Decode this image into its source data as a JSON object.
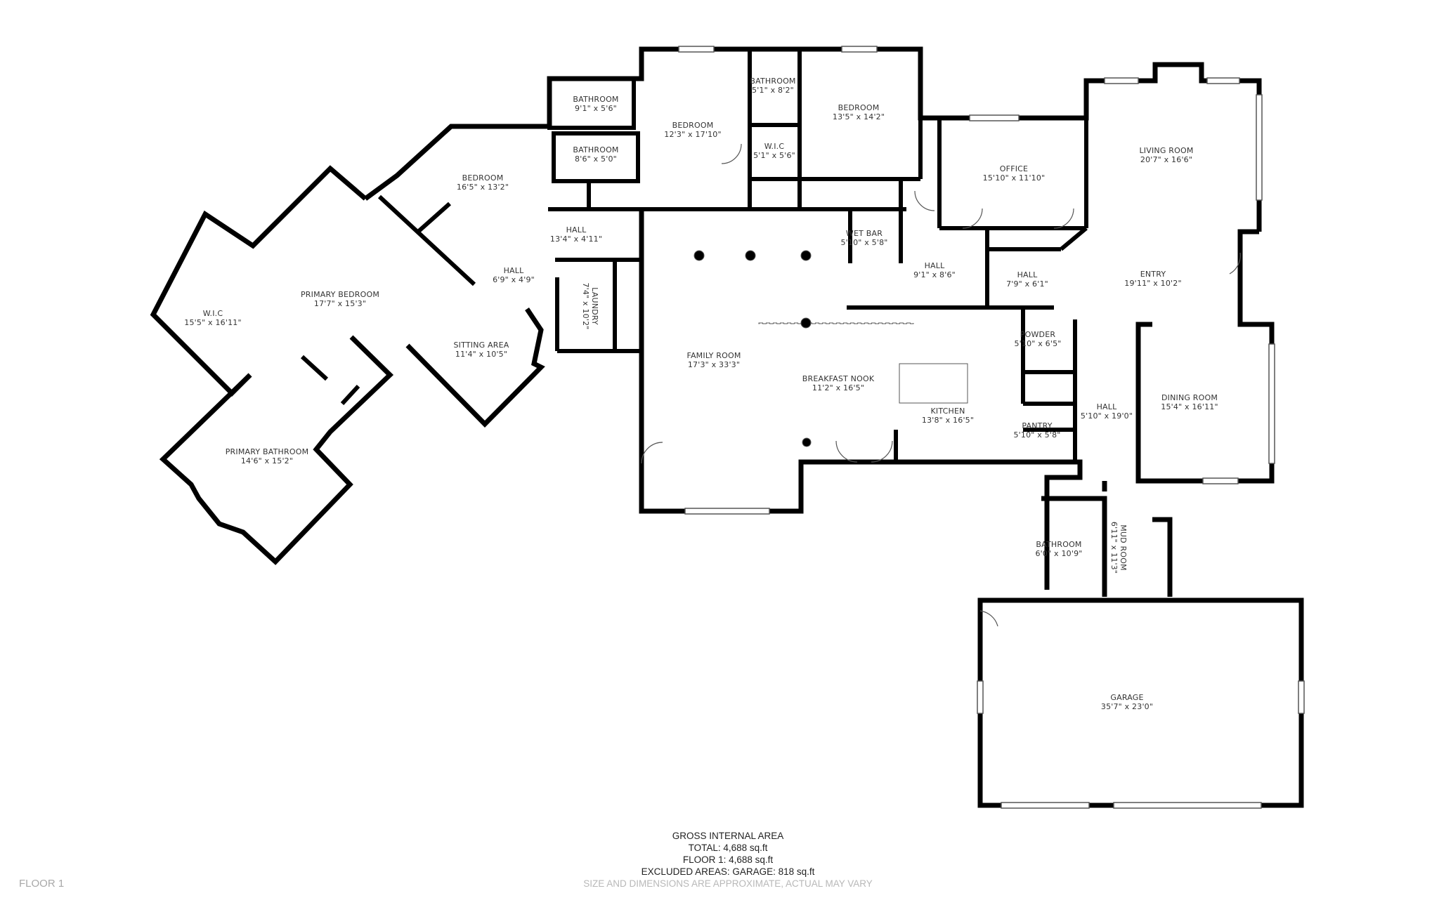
{
  "floor_label": "FLOOR 1",
  "rooms": [
    {
      "name": "BATHROOM",
      "dims": "9'1\" x 5'6\""
    },
    {
      "name": "BATHROOM",
      "dims": "8'6\" x 5'0\""
    },
    {
      "name": "BEDROOM",
      "dims": "12'3\" x 17'10\""
    },
    {
      "name": "BATHROOM",
      "dims": "5'1\" x 8'2\""
    },
    {
      "name": "W.I.C",
      "dims": "5'1\" x 5'6\""
    },
    {
      "name": "BEDROOM",
      "dims": "13'5\" x 14'2\""
    },
    {
      "name": "OFFICE",
      "dims": "15'10\" x 11'10\""
    },
    {
      "name": "LIVING ROOM",
      "dims": "20'7\" x 16'6\""
    },
    {
      "name": "BEDROOM",
      "dims": "16'5\" x 13'2\""
    },
    {
      "name": "HALL",
      "dims": "13'4\" x 4'11\""
    },
    {
      "name": "WET BAR",
      "dims": "5'10\" x 5'8\""
    },
    {
      "name": "HALL",
      "dims": "9'1\" x 8'6\""
    },
    {
      "name": "HALL",
      "dims": "7'9\" x 6'1\""
    },
    {
      "name": "ENTRY",
      "dims": "19'11\" x 10'2\""
    },
    {
      "name": "W.I.C",
      "dims": "15'5\" x 16'11\""
    },
    {
      "name": "PRIMARY BEDROOM",
      "dims": "17'7\" x 15'3\""
    },
    {
      "name": "HALL",
      "dims": "6'9\" x 4'9\""
    },
    {
      "name": "LAUNDRY",
      "dims": "7'4\" x 10'2\""
    },
    {
      "name": "SITTING AREA",
      "dims": "11'4\" x 10'5\""
    },
    {
      "name": "FAMILY ROOM",
      "dims": "17'3\" x 33'3\""
    },
    {
      "name": "BREAKFAST NOOK",
      "dims": "11'2\" x 16'5\""
    },
    {
      "name": "POWDER",
      "dims": "5'10\" x 6'5\""
    },
    {
      "name": "KITCHEN",
      "dims": "13'8\" x 16'5\""
    },
    {
      "name": "PANTRY",
      "dims": "5'10\" x 5'8\""
    },
    {
      "name": "HALL",
      "dims": "5'10\" x 19'0\""
    },
    {
      "name": "DINING ROOM",
      "dims": "15'4\" x 16'11\""
    },
    {
      "name": "PRIMARY BATHROOM",
      "dims": "14'6\" x 15'2\""
    },
    {
      "name": "BATHROOM",
      "dims": "6'0\" x 10'9\""
    },
    {
      "name": "MUD ROOM",
      "dims": "6'11\" x 11'3\""
    },
    {
      "name": "GARAGE",
      "dims": "35'7\" x 23'0\""
    }
  ],
  "summary": {
    "title": "GROSS INTERNAL AREA",
    "total": "TOTAL: 4,688 sq.ft",
    "floor1": "FLOOR 1: 4,688 sq.ft",
    "excluded": "EXCLUDED AREAS: GARAGE: 818 sq.ft",
    "disclaimer": "SIZE AND DIMENSIONS ARE APPROXIMATE, ACTUAL MAY VARY"
  },
  "colors": {
    "wall": "#000000",
    "fixture_line": "#555555",
    "label_text": "#333333",
    "disclaimer_text": "#b8b8b8",
    "floor_label_text": "#a8a8a8"
  }
}
